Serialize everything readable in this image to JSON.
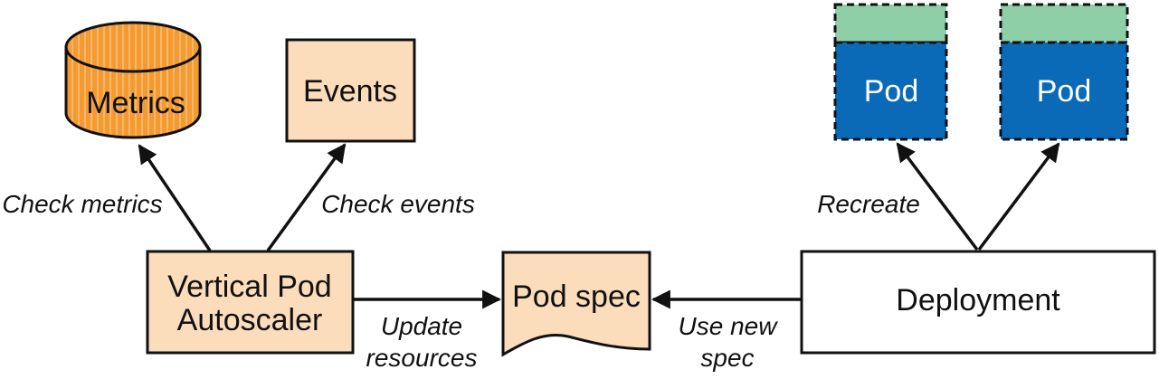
{
  "nodes": {
    "metrics": {
      "label": "Metrics"
    },
    "events": {
      "label": "Events"
    },
    "vpa": {
      "line1": "Vertical Pod",
      "line2": "Autoscaler"
    },
    "pod_spec": {
      "label": "Pod spec"
    },
    "deployment": {
      "label": "Deployment"
    },
    "pod_1": {
      "label": "Pod"
    },
    "pod_2": {
      "label": "Pod"
    }
  },
  "edges": {
    "check_metrics": {
      "label": "Check metrics"
    },
    "check_events": {
      "label": "Check events"
    },
    "update_resources": {
      "line1": "Update",
      "line2": "resources"
    },
    "use_new_spec": {
      "line1": "Use new",
      "line2": "spec"
    },
    "recreate": {
      "label": "Recreate"
    }
  },
  "colors": {
    "metrics_fill": "#f59a30",
    "metrics_stripe": "#f7b86a",
    "box_fill": "#fbdcbb",
    "pod_fill": "#0a6ab8",
    "pod_header": "#8ecfa8",
    "stroke": "#111111",
    "white": "#ffffff"
  }
}
